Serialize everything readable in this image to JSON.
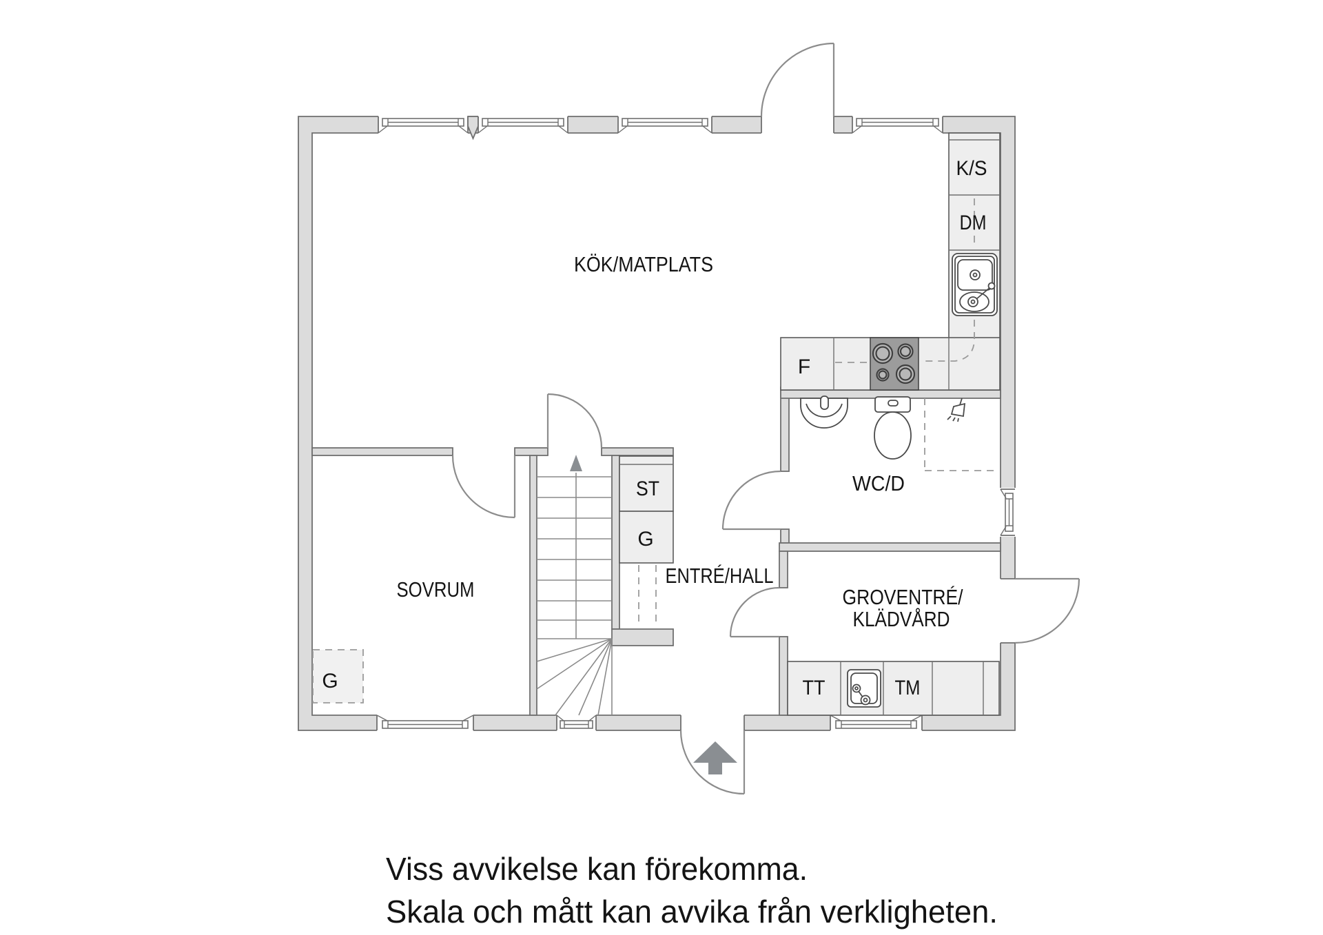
{
  "colors": {
    "wall_fill": "#dcdcdc",
    "wall_stroke": "#6f6f6f",
    "line": "#6f6f6f",
    "fixture_fill": "#eeeeee",
    "fixture_stroke": "#5a5a5a",
    "glyph_stroke": "#4a4a4a",
    "door_stroke": "#8c8c8c",
    "dash": "#9a9a9a",
    "wardrobe_fill": "#f1f1f1",
    "stair_line": "#8a8a8a",
    "stove_fill": "#9c9c9c",
    "burner_ring": "#3f3f3f",
    "burner_fill": "#b8b8b8",
    "arrow_fill": "#8a8e92",
    "text": "#141414",
    "background": "#ffffff"
  },
  "plan": {
    "rooms": {
      "kitchen": {
        "label": "KÖK/MATPLATS"
      },
      "bedroom": {
        "label": "SOVRUM"
      },
      "hall": {
        "label": "ENTRÉ/HALL"
      },
      "bathroom": {
        "label": "WC/D"
      },
      "utility_line1": "GROVENTRÉ/",
      "utility_line2": "KLÄDVÅRD"
    },
    "fixtures": {
      "fridge_freezer": "K/S",
      "dishwasher": "DM",
      "freezer": "F",
      "linen_closet": "ST",
      "hall_wardrobe": "G",
      "bedroom_wardrobe": "G",
      "tumble_dryer": "TT",
      "washing_machine": "TM"
    }
  },
  "disclaimer": {
    "line1": "Viss avvikelse kan förekomma.",
    "line2": "Skala och mått kan avvika från verkligheten."
  }
}
